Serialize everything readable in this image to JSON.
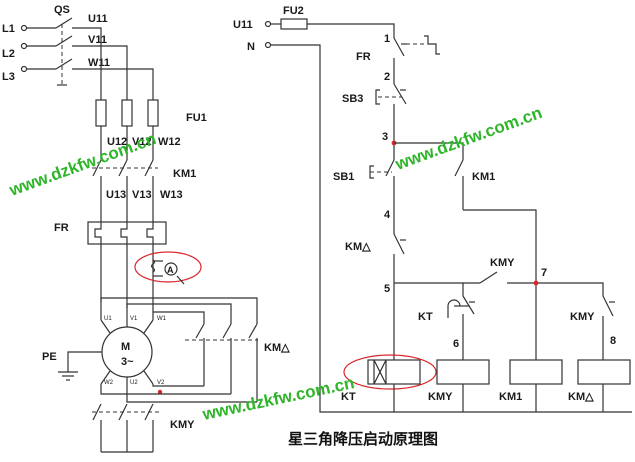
{
  "diagram": {
    "title": "星三角降压启动原理图",
    "watermarks": [
      "www.dzkfw.com.cn",
      "www.dzkfw.com.cn",
      "www.dzkfw.com.cn"
    ],
    "power": {
      "phases": [
        "L1",
        "L2",
        "L3"
      ],
      "switch": "QS",
      "lines_in": [
        "U11",
        "V11",
        "W11"
      ],
      "fuse": "FU1",
      "lines_fused": [
        "U12",
        "V12",
        "W12"
      ],
      "main_contactor": "KM1",
      "lines_out": [
        "U13",
        "V13",
        "W13"
      ],
      "overload": "FR",
      "ammeter": "A",
      "motor": "M",
      "motor_type": "3~",
      "ground": "PE",
      "star_contactor": "KMY",
      "delta_contactor": "KM△",
      "winding_terms_top": [
        "U1",
        "V1",
        "W1"
      ],
      "winding_terms_bottom": [
        "W2",
        "U2",
        "V2"
      ]
    },
    "control": {
      "line": "U11",
      "neutral": "N",
      "fuse": "FU2",
      "overload_contact": "FR",
      "stop_button": "SB3",
      "start_button": "SB1",
      "km1_hold": "KM1",
      "interlock": "KM△",
      "kmy_contact": "KMY",
      "kt_contact": "KT",
      "kmy_interlock": "KMY",
      "nodes": [
        "1",
        "2",
        "3",
        "4",
        "5",
        "6",
        "7",
        "8"
      ],
      "coils": [
        "KT",
        "KMY",
        "KM1",
        "KM△"
      ]
    }
  }
}
